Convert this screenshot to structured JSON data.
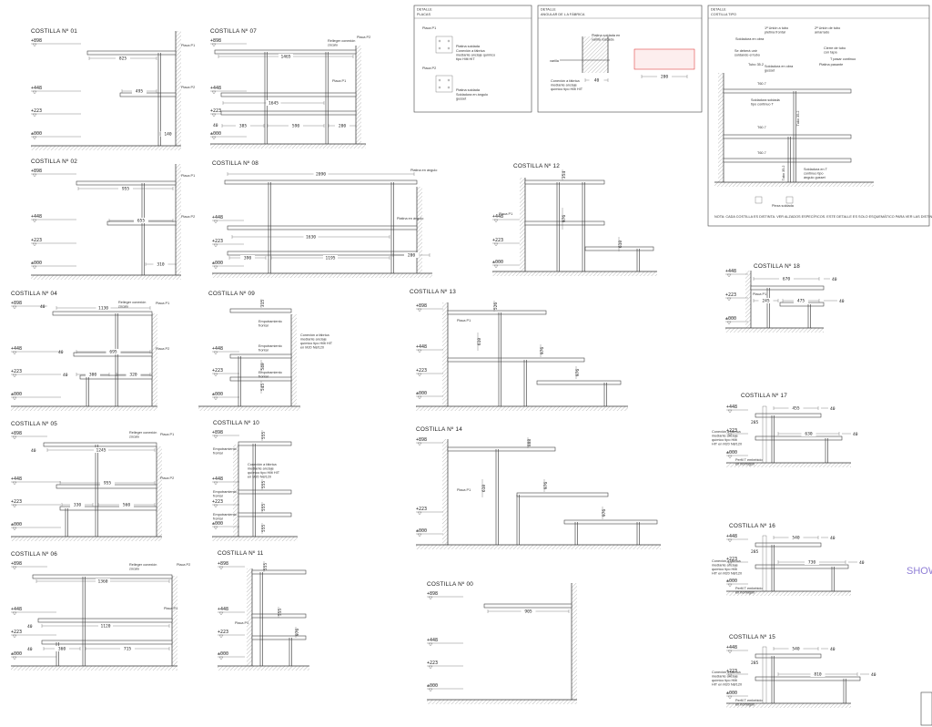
{
  "levels": [
    "+898",
    "+448",
    "+223",
    "±000"
  ],
  "sections": [
    {
      "id": "c01",
      "title": "COSTILLA Nº 01",
      "dims": [
        "825",
        "495",
        "140"
      ],
      "notes": [
        "Placa P1",
        "Placa P2"
      ]
    },
    {
      "id": "c07",
      "title": "COSTILLA Nº 07",
      "dims": [
        "1465",
        "1645",
        "385",
        "590",
        "200",
        "40"
      ],
      "notes": [
        "Relleger conexión zócalo",
        "Placa P2",
        "Placa P1"
      ]
    },
    {
      "id": "c02",
      "title": "COSTILLA Nº 02",
      "dims": [
        "955",
        "655",
        "310"
      ],
      "notes": [
        "Placa P1",
        "Placa P2"
      ]
    },
    {
      "id": "c08",
      "title": "COSTILLA Nº 08",
      "dims": [
        "2090",
        "1630",
        "1195",
        "390",
        "200"
      ],
      "notes": [
        "Platina en ángulo",
        "Platina en ángulo"
      ]
    },
    {
      "id": "c12",
      "title": "COSTILLA Nº 12",
      "dims": [
        "354",
        "976",
        "610"
      ],
      "notes": [
        "Placa P1"
      ]
    },
    {
      "id": "c04",
      "title": "COSTILLA Nº 04",
      "dims": [
        "40",
        "1130",
        "40",
        "695",
        "40",
        "300",
        "320"
      ],
      "notes": [
        "Relleger conexión zócalo",
        "Placa P1",
        "Placa P2"
      ]
    },
    {
      "id": "c09",
      "title": "COSTILLA Nº 09",
      "dims": [
        "315",
        "540",
        "545"
      ],
      "notes": [
        "Empotramiento frontal",
        "Conexión a fábrica mediante anclaje químico tipo Hilti HIT en M20 N8/120",
        "Empotramiento frontal",
        "Empotramiento frontal"
      ]
    },
    {
      "id": "c13",
      "title": "COSTILLA Nº 13",
      "dims": [
        "526",
        "610",
        "976",
        "976"
      ],
      "notes": [
        "Placa P1"
      ]
    },
    {
      "id": "c18",
      "title": "COSTILLA Nº 18",
      "dims": [
        "670",
        "40",
        "245",
        "475",
        "40"
      ],
      "notes": [
        "Placa P1"
      ]
    },
    {
      "id": "c05",
      "title": "COSTILLA Nº 05",
      "dims": [
        "40",
        "1245",
        "955",
        "330",
        "560"
      ],
      "notes": [
        "Relleger conexión zócalo",
        "Placa P1",
        "Placa P2"
      ]
    },
    {
      "id": "c10",
      "title": "COSTILLA Nº 10",
      "dims": [
        "555",
        "555",
        "555",
        "555"
      ],
      "notes": [
        "Empotramiento frontal",
        "Conexión a fábrica mediante anclaje químico tipo Hilti HIT en M20 N8/120",
        "Empotramiento frontal",
        "Empotramiento frontal"
      ]
    },
    {
      "id": "c14",
      "title": "COSTILLA Nº 14",
      "dims": [
        "888",
        "610",
        "976",
        "976"
      ],
      "notes": [
        "Placa P1"
      ]
    },
    {
      "id": "c17",
      "title": "COSTILLA Nº 17",
      "dims": [
        "455",
        "40",
        "285",
        "630",
        "40"
      ],
      "notes": [
        "Conexión a fábrica mediante anclaje químico tipo Hilti HIT en M20 N8/120",
        "Perfil T embebido en hormigón"
      ]
    },
    {
      "id": "c06",
      "title": "COSTILLA Nº 06",
      "dims": [
        "1360",
        "40",
        "1120",
        "40",
        "360",
        "715"
      ],
      "notes": [
        "Relleger conexión zócalo",
        "Placa P2",
        "Placa P1"
      ]
    },
    {
      "id": "c11",
      "title": "COSTILLA Nº 11",
      "dims": [
        "555",
        "555",
        "976"
      ],
      "notes": [
        "Placa P1"
      ]
    },
    {
      "id": "c16",
      "title": "COSTILLA Nº 16",
      "dims": [
        "540",
        "40",
        "285",
        "730",
        "40"
      ],
      "notes": [
        "Conexión a fábrica mediante anclaje químico tipo Hilti HIT en M20 N8/120",
        "Perfil T embebido en hormigón"
      ]
    },
    {
      "id": "c00",
      "title": "COSTILLA Nº 00",
      "dims": [
        "905"
      ],
      "notes": []
    },
    {
      "id": "c15",
      "title": "COSTILLA Nº 15",
      "dims": [
        "540",
        "40",
        "285",
        "810",
        "40"
      ],
      "notes": [
        "Conexión a fábrica mediante anclaje químico tipo Hilti HIT en M20 N8/120",
        "Perfil T embebido en hormigón"
      ]
    }
  ],
  "details": [
    {
      "id": "d-placas",
      "header": [
        "DETALLE",
        "PLACAS"
      ],
      "labels": [
        "Placa P1",
        "Placa P2"
      ],
      "notes": [
        "Platina soldada",
        "Conexión a fábrica mediante anclaje químico tipo Hilti HIT",
        "Platina soldada",
        "Soldadura en ángulo gusset"
      ]
    },
    {
      "id": "d-angular",
      "header": [
        "DETALLE",
        "ANGULAR DE L A FÁBRICA"
      ],
      "notes": [
        "Platina soldada en varilla roscada",
        "Conexión a fábrica mediante anclaje químico tipo Hilti HIT",
        "varilla"
      ],
      "dims": [
        "40",
        "200"
      ]
    },
    {
      "id": "d-tipo",
      "header": [
        "DETALLE",
        "COSTILLA TIPO"
      ],
      "labels": [
        "T60.7",
        "T60.7",
        "T60.7",
        "Tubo 35.2",
        "Tubo 35.2"
      ],
      "notes": [
        "1ª Unión a tubo pletina frontal",
        "2ª Unión de tubo amarrado",
        "Soldadura en obra",
        "Se deberá unir soldando el tubo",
        "Tubo 35.2",
        "Cierre de tubo con tapa",
        "T pasar continuo",
        "Platina pasante",
        "Soldadura en obra gusset",
        "Soldadura soldada tipo continuo T",
        "Soldadura en T continuo tipo ángulo gusset",
        "Pieza soldada"
      ]
    }
  ],
  "general_note": "NOTA: CADA COSTILLA ES DISTINTA. VER ALZADOS ESPECÍFICOS. ESTE DETALLE ES SOLO ESQUEMÁTICO PARA VER LAS DISTINTAS UNIONES",
  "cut_label": "SHOW"
}
